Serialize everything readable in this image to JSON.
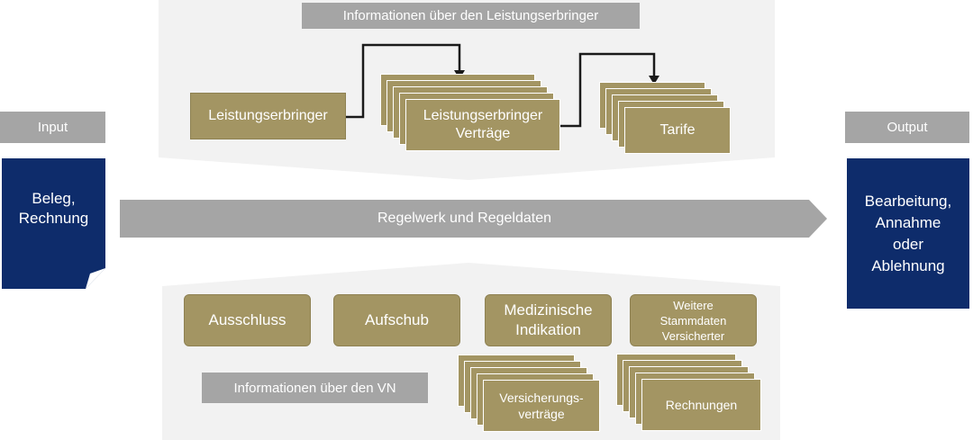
{
  "top_panel": {
    "title": "Informationen über den Leistungserbringer",
    "box_provider": "Leistungserbringer",
    "box_contracts": "Leistungserbringer\nVerträge",
    "box_tariffs": "Tarife"
  },
  "input": {
    "label": "Input",
    "document": "Beleg,\nRechnung"
  },
  "output": {
    "label": "Output",
    "result": "Bearbeitung,\nAnnahme\noder\nAblehnung"
  },
  "rules_arrow": "Regelwerk und Regeldaten",
  "bottom_panel": {
    "items": [
      "Ausschluss",
      "Aufschub",
      "Medizinische\nIndikation",
      "Weitere\nStammdaten\nVersicherter"
    ],
    "title": "Informationen über den VN",
    "box_policies": "Versicherungs-\nverträge",
    "box_invoices": "Rechnungen"
  },
  "colors": {
    "olive": "#a39563",
    "navy": "#0e2c6b",
    "gray": "#a5a5a5",
    "panel": "#f2f2f2"
  }
}
